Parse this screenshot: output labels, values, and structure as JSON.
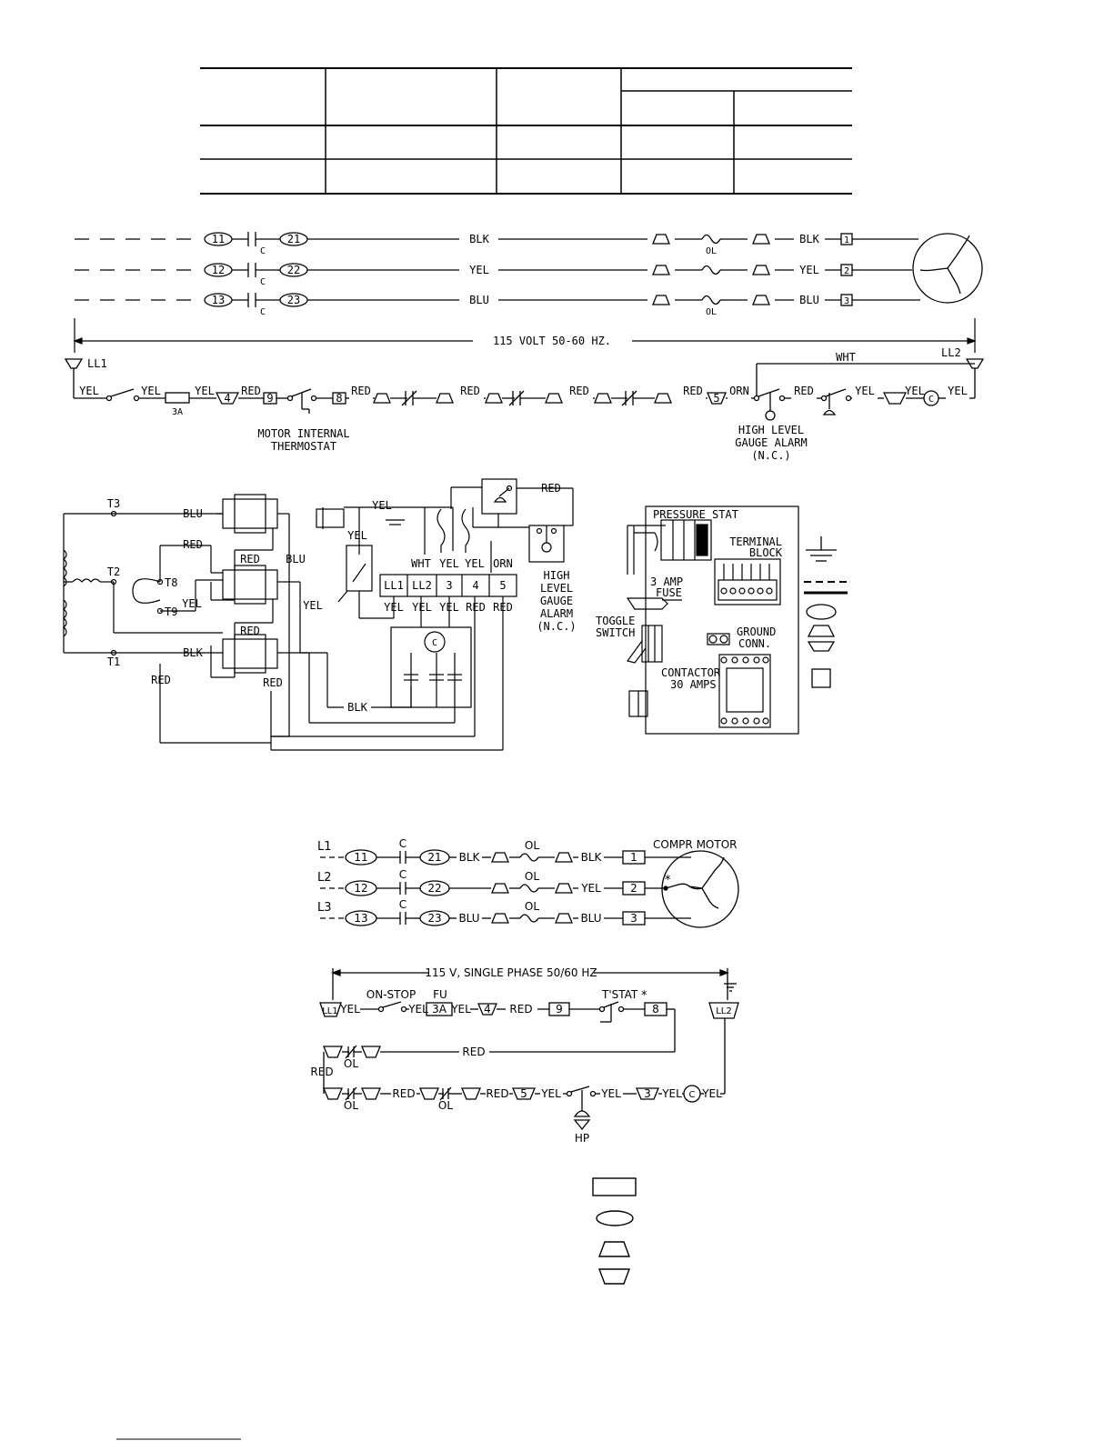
{
  "wire_colors": {
    "blk": "BLK",
    "yel": "YEL",
    "blu": "BLU",
    "red": "RED",
    "wht": "WHT",
    "orn": "ORN"
  },
  "top_schematic": {
    "contacts": [
      "11",
      "12",
      "13"
    ],
    "contact_outs": [
      "21",
      "22",
      "23"
    ],
    "contact_label": "C",
    "overload_label": "OL",
    "terminals": [
      "1",
      "2",
      "3"
    ],
    "voltage": "115 VOLT 50-60 HZ.",
    "ll1": "LL1",
    "ll2": "LL2",
    "fuse_label": "3A",
    "control_terminals": [
      "4",
      "9",
      "8",
      "5"
    ],
    "motor_thermostat": [
      "MOTOR INTERNAL",
      "THERMOSTAT"
    ],
    "gauge_alarm": [
      "HIGH LEVEL",
      "GAUGE ALARM",
      "(N.C.)"
    ],
    "coil": "C"
  },
  "wiring_diagram": {
    "motor_leads": [
      "T3",
      "T2",
      "T1",
      "T8",
      "T9"
    ],
    "block_top": [
      "WHT",
      "YEL",
      "YEL",
      "ORN"
    ],
    "block_terminals": [
      "LL1",
      "LL2",
      "3",
      "4",
      "5"
    ],
    "block_bottom": [
      "YEL",
      "YEL",
      "YEL",
      "RED",
      "RED"
    ],
    "alarm": [
      "HIGH",
      "LEVEL",
      "GAUGE",
      "ALARM",
      "(N.C.)"
    ],
    "coil": "C"
  },
  "panel": {
    "pressure_stat": "PRESSURE STAT",
    "terminal_block": [
      "TERMINAL",
      "BLOCK"
    ],
    "fuse": [
      "3 AMP",
      "FUSE"
    ],
    "toggle": [
      "TOGGLE",
      "SWITCH"
    ],
    "ground": [
      "GROUND",
      "CONN."
    ],
    "contactor": [
      "CONTACTOR",
      "30 AMPS"
    ]
  },
  "lower_schematic": {
    "lines": [
      "L1",
      "L2",
      "L3"
    ],
    "contact_label": "C",
    "contacts": [
      "11",
      "12",
      "13"
    ],
    "contact_outs": [
      "21",
      "22",
      "23"
    ],
    "overload_label": "OL",
    "terminals": [
      "1",
      "2",
      "3"
    ],
    "motor": "COMPR MOTOR",
    "asterisk": "*",
    "voltage": "115 V, SINGLE PHASE 50/60 HZ",
    "ll1": "LL1",
    "ll2": "LL2",
    "on_stop": "ON-STOP",
    "fu": "FU",
    "fuse_rating": "3A",
    "tstat": "T'STAT",
    "terms": [
      "4",
      "9",
      "8",
      "5",
      "3"
    ],
    "coil": "C",
    "hp": "HP"
  }
}
